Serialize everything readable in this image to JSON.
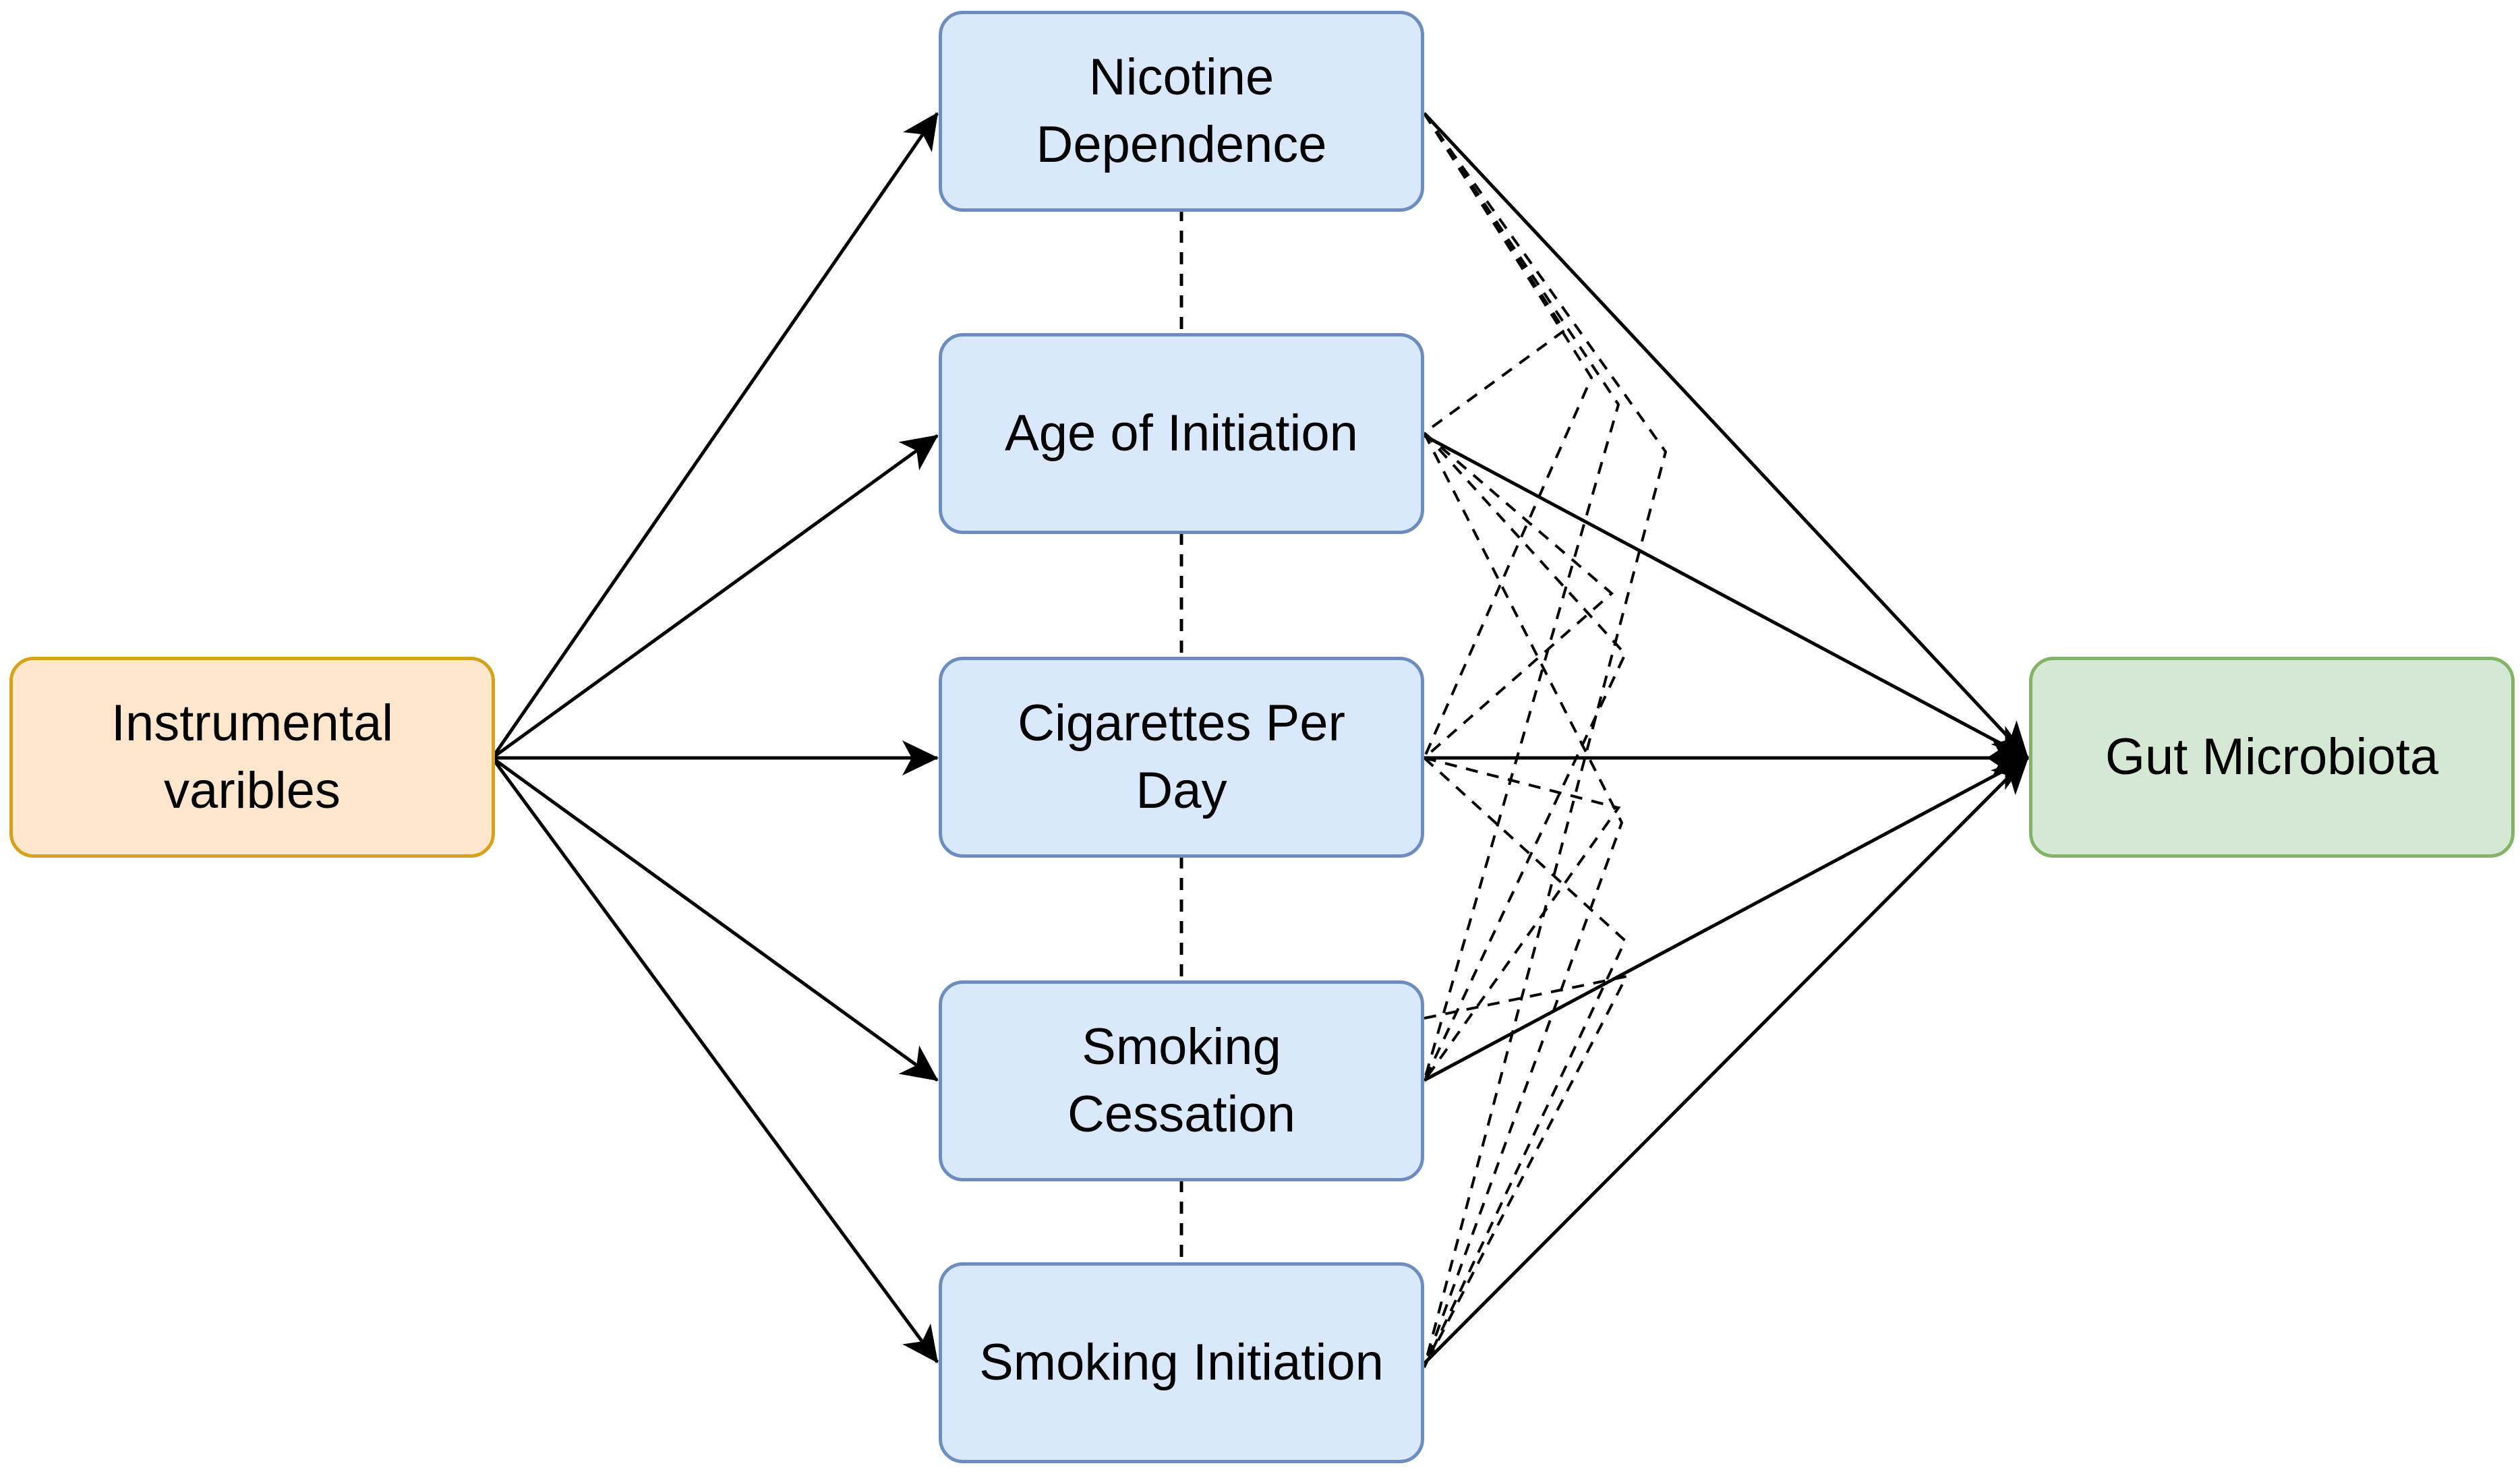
{
  "colors": {
    "instrument_fill": "#ffe6cc",
    "instrument_stroke": "#d6a21a",
    "exposure_fill": "#dae8fc",
    "exposure_stroke": "#6c8ebf",
    "outcome_fill": "#d5e8d4",
    "outcome_stroke": "#82b366",
    "line": "#000000"
  },
  "instrument": {
    "lines": [
      "Instrumental",
      "varibles"
    ]
  },
  "exposures": [
    {
      "key": "nicotine",
      "lines": [
        "Nicotine",
        "Dependence"
      ]
    },
    {
      "key": "age",
      "lines": [
        "Age of Initiation"
      ]
    },
    {
      "key": "cigs",
      "lines": [
        "Cigarettes Per",
        "Day"
      ]
    },
    {
      "key": "cessation",
      "lines": [
        "Smoking",
        "Cessation"
      ]
    },
    {
      "key": "initiation",
      "lines": [
        "Smoking Initiation"
      ]
    }
  ],
  "outcome": {
    "lines": [
      "Gut Microbiota"
    ]
  }
}
